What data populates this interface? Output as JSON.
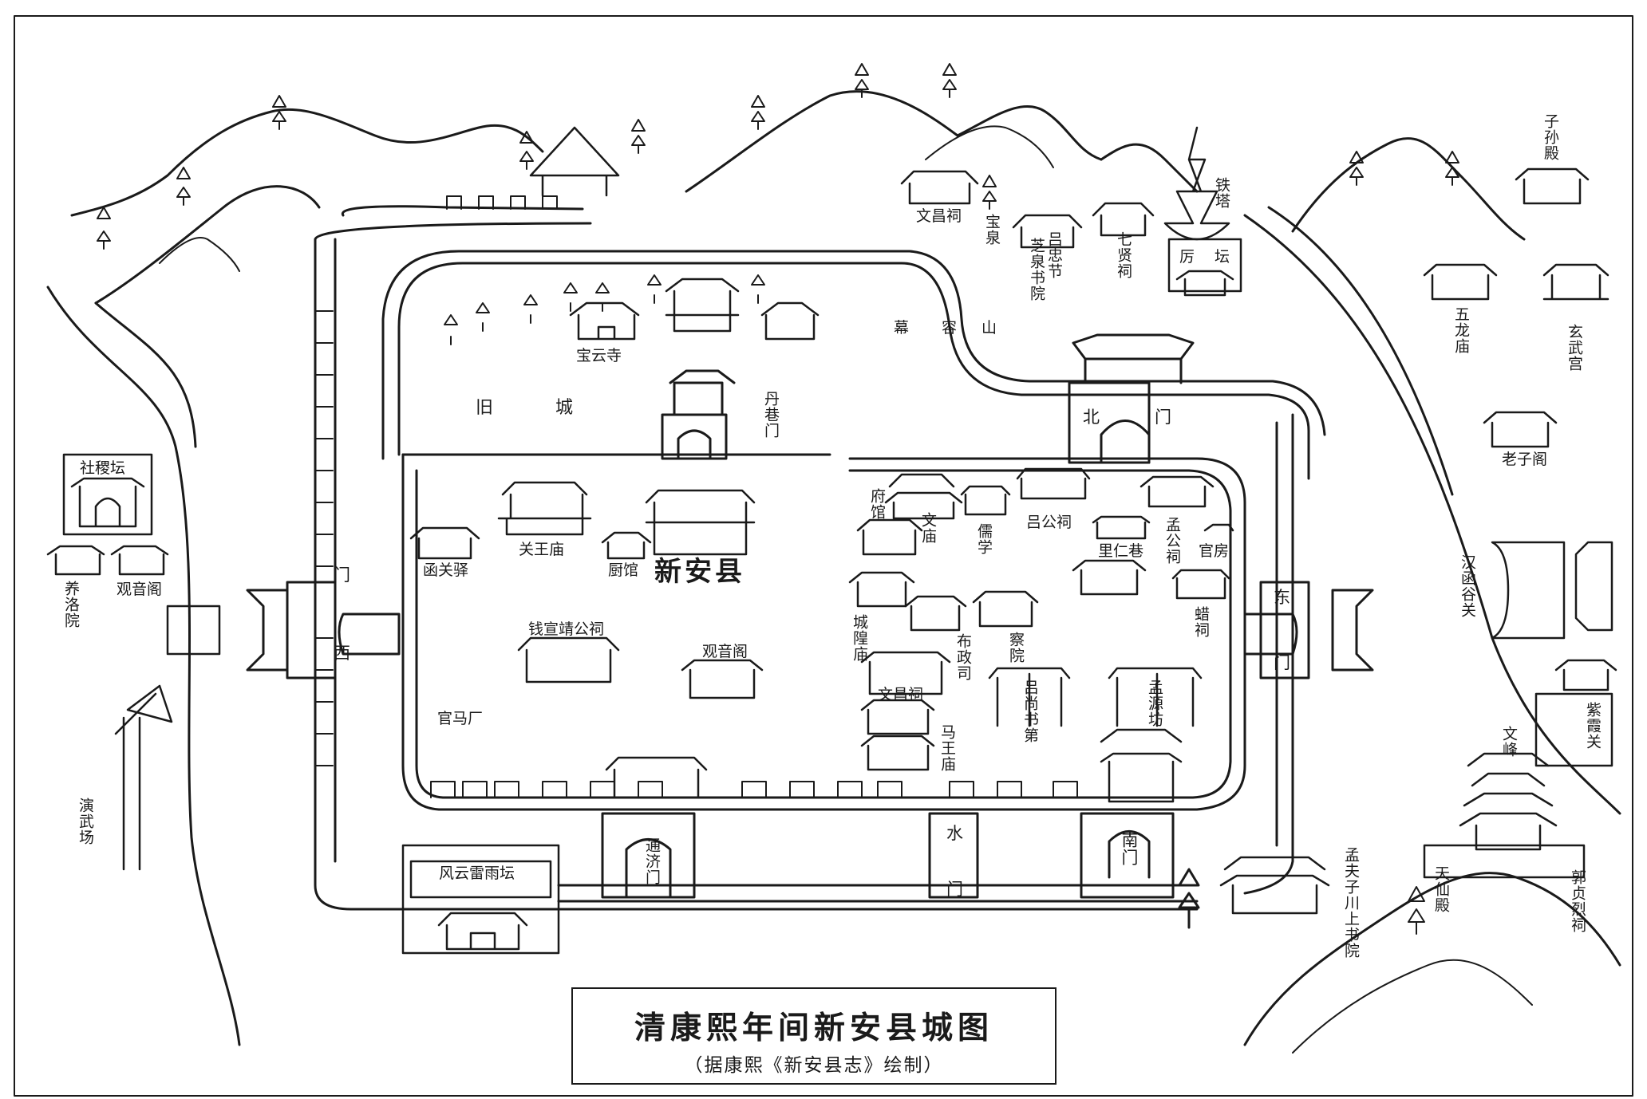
{
  "title": "清康熙年间新安县城图",
  "subtitle": "（据康熙《新安县志》绘制）",
  "labels": {
    "baoyunsi": "宝云寺",
    "jiucheng": "旧",
    "jiucheng2": "城",
    "danxiangmen": "丹巷门",
    "murongshan": "幕",
    "murongshan2": "容",
    "murongshan3": "山",
    "wenchangci_top": "文昌祠",
    "baoquan": "宝泉",
    "lvzhongjie": "吕忠节",
    "zhiquanshuyuan": "芝泉书院",
    "qixianci": "七贤祠",
    "tieta": "铁塔",
    "litan": "厉",
    "litan2": "坛",
    "beimen": "北",
    "beimen2": "门",
    "zisundian": "子孙殿",
    "wulongmiao": "五龙庙",
    "xuanwugong": "玄武宫",
    "laozige": "老子阁",
    "hanhanguguan": "汉函谷关",
    "zixiaguan": "紫霞关",
    "wenfeng": "文峰",
    "tianxiandian": "天仙殿",
    "guozhenlieci": "郭贞烈祠",
    "mengfuzi": "孟夫子川上书院",
    "shejitan": "社稷坛",
    "yangluoyuan": "养洛院",
    "guanyinge_w": "观音阁",
    "yanwuchang": "演武场",
    "ximen": "西",
    "ximen2": "门",
    "hanguanyi": "函关驿",
    "guanwangmiao": "关王庙",
    "chuguan": "厨馆",
    "xinanxian": "新安县",
    "qianxuanjinggongci": "钱宣靖公祠",
    "guanyinge": "观音阁",
    "guanmachang": "官马厂",
    "fuguan": "府馆",
    "wenmiao": "文庙",
    "ruxue": "儒学",
    "lvgongci": "吕公祠",
    "lirenxiang": "里仁巷",
    "menggongci": "孟公祠",
    "guanfang": "官房",
    "zhaci": "蜡祠",
    "dongmen": "东",
    "dongmen2": "门",
    "chenghuangmiao": "城隍庙",
    "buzhengsi": "布政司",
    "chayuan": "察院",
    "wenchangci": "文昌祠",
    "lvshangshudi": "吕尚书第",
    "mengyuanfang": "孟源坊",
    "mawangmiao": "马王庙",
    "tongjimen": "通济门",
    "shuimen": "水",
    "shuimen2": "门",
    "nanmen": "南门",
    "fengyunleiyutan": "风云雷雨坛"
  }
}
